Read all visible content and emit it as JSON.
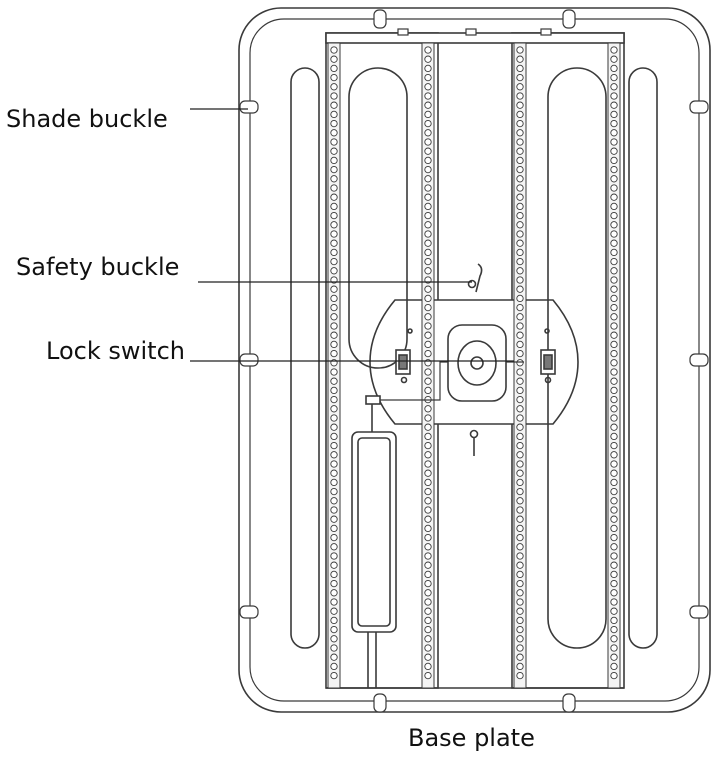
{
  "labels": {
    "shade_buckle": "Shade buckle",
    "safety_buckle": "Safety buckle",
    "lock_switch": "Lock switch",
    "base_plate": "Base plate"
  },
  "colors": {
    "line": "#3a3a3a",
    "fill": "#ffffff",
    "strip_fill": "#f4f4f4",
    "text": "#111111"
  }
}
